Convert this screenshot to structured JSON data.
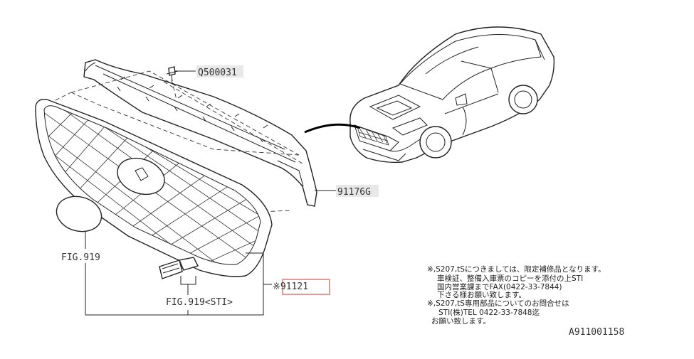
{
  "labels": {
    "clip": "Q500031",
    "upper_panel": "91176G",
    "grille": "※91121",
    "emblem_front": "FIG.919",
    "emblem_sti": "FIG.919<STI>"
  },
  "notes": {
    "line1": "※,S207,tSにつきましては、限定補修品となります。",
    "line2": "車検証、整備入庫票のコピーを添付の上STI",
    "line3": "国内営業課までFAX(0422-33-7844)",
    "line4": "下さる様お願い致します。",
    "line5": "※,S207,tS専用部品についてのお問合せは",
    "line6": "STI(株)TEL 0422-33-7848迄",
    "line7": "お願い致します。"
  },
  "diagram_code": "A911001158",
  "colors": {
    "highlight_box": "#e69a9a",
    "line": "#222222",
    "label_bg": "#e8e8e8"
  }
}
